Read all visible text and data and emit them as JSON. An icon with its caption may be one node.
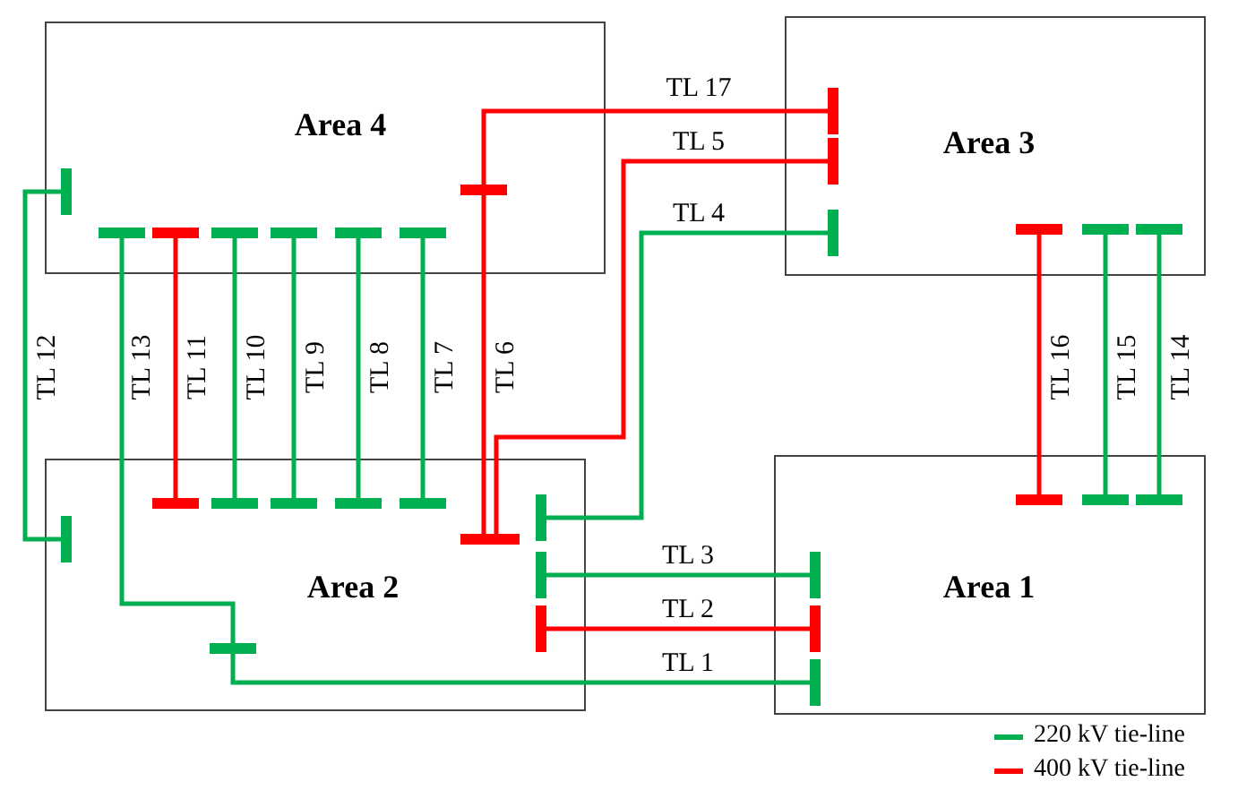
{
  "diagram": {
    "nodes": [
      {
        "text": [
          "Area 4"
        ]
      },
      {
        "text": [
          "Area 3"
        ]
      },
      {
        "text": [
          "Area 2"
        ]
      },
      {
        "text": [
          "Area 1"
        ]
      }
    ],
    "edges": [
      {
        "from": 2,
        "to": 3,
        "arrow": "other",
        "label": "TL 1"
      },
      {
        "from": 2,
        "to": 3,
        "arrow": "other",
        "label": "TL 2",
        "color": "#ff0000"
      },
      {
        "from": 2,
        "to": 3,
        "arrow": "other",
        "label": "TL 3"
      },
      {
        "from": 2,
        "to": 1,
        "arrow": "other",
        "label": "TL 4"
      },
      {
        "from": 2,
        "to": 1,
        "arrow": "other",
        "label": "TL 5",
        "color": "#ff0000"
      },
      {
        "from": 0,
        "to": 2,
        "arrow": "other",
        "label": "TL 6",
        "color": "#ff0000"
      },
      {
        "from": 0,
        "to": 2,
        "arrow": "other",
        "label": "TL 7"
      },
      {
        "from": 0,
        "to": 2,
        "arrow": "other",
        "label": "TL 8"
      },
      {
        "from": 0,
        "to": 2,
        "arrow": "other",
        "label": "TL 9"
      },
      {
        "from": 0,
        "to": 2,
        "arrow": "other",
        "label": "TL 10"
      },
      {
        "from": 0,
        "to": 2,
        "arrow": "other",
        "label": "TL 11",
        "color": "#ff0000"
      },
      {
        "from": 0,
        "to": 2,
        "arrow": "other",
        "label": "TL 12"
      },
      {
        "from": 0,
        "to": 2,
        "arrow": "other",
        "label": "TL 13"
      },
      {
        "from": 1,
        "to": 3,
        "arrow": "other",
        "label": "TL 14"
      },
      {
        "from": 1,
        "to": 3,
        "arrow": "other",
        "label": "TL 15"
      },
      {
        "from": 1,
        "to": 3,
        "arrow": "other",
        "label": "TL 16",
        "color": "#ff0000"
      },
      {
        "from": 0,
        "to": 1,
        "arrow": "other",
        "label": "TL 17",
        "color": "#ff0000"
      }
    ],
    "legend": [
      {
        "text": "220 kV tie-line",
        "color": "#00b050"
      },
      {
        "text": "400 kV tie-line",
        "color": "#ff0000"
      }
    ]
  }
}
